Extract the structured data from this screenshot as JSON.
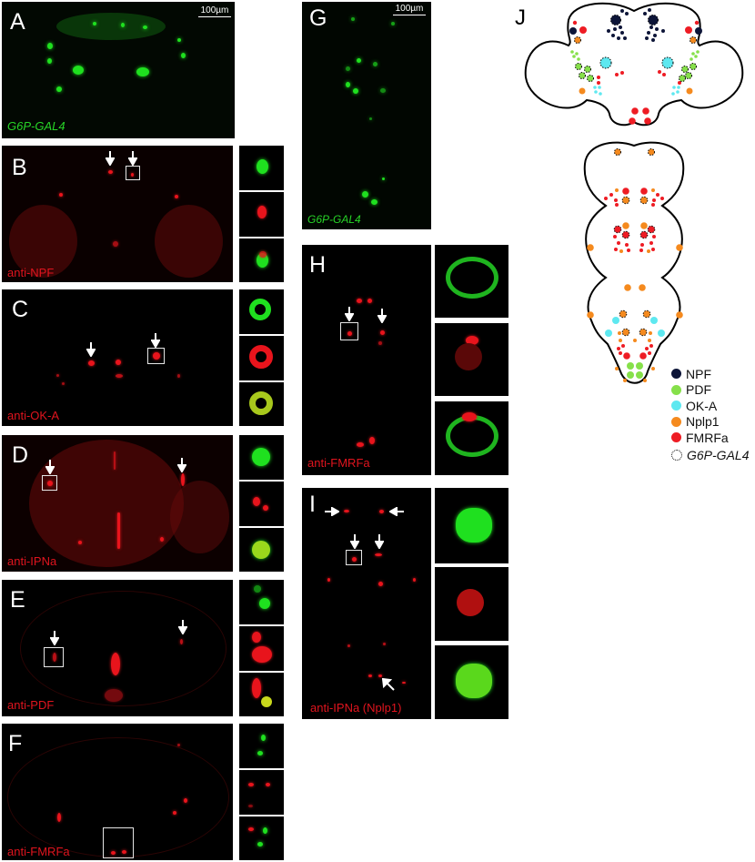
{
  "figure": {
    "panels": {
      "A": {
        "label": "A",
        "stain": "G6P-GAL4",
        "scale": "100µm"
      },
      "B": {
        "label": "B",
        "stain": "anti-NPF"
      },
      "C": {
        "label": "C",
        "stain": "anti-OK-A"
      },
      "D": {
        "label": "D",
        "stain": "anti-IPNa"
      },
      "E": {
        "label": "E",
        "stain": "anti-PDF"
      },
      "F": {
        "label": "F",
        "stain": "anti-FMRFa"
      },
      "G": {
        "label": "G",
        "stain": "G6P-GAL4",
        "scale": "100µm"
      },
      "H": {
        "label": "H",
        "stain": "anti-FMRFa"
      },
      "I": {
        "label": "I",
        "stain": "anti-IPNa (Nplp1)"
      },
      "J": {
        "label": "J"
      }
    },
    "legend": [
      {
        "label": "NPF",
        "color": "#0d1538"
      },
      {
        "label": "PDF",
        "color": "#86e04a"
      },
      {
        "label": "OK-A",
        "color": "#5ee8f0"
      },
      {
        "label": "Nplp1",
        "color": "#f58a1e"
      },
      {
        "label": "FMRFa",
        "color": "#ee1c24"
      },
      {
        "label": "G6P-GAL4",
        "color": "dotted-outline"
      }
    ],
    "colors": {
      "gfp": "#1fe01f",
      "antibody": "#e8141c",
      "label_red": "#e0141e",
      "label_green": "#27d427"
    }
  }
}
